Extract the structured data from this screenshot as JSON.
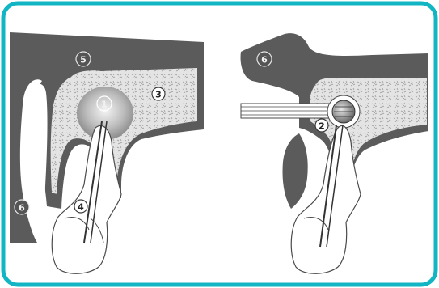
{
  "frame": {
    "border_color": "#12b5c3",
    "tissue_color": "#5b5b5b",
    "bone_color": "#d9d9d9"
  },
  "labels": {
    "l1": "1",
    "l2": "2",
    "l3": "3",
    "l4": "4",
    "l5": "5",
    "l6_left": "6",
    "l6_right": "6"
  }
}
